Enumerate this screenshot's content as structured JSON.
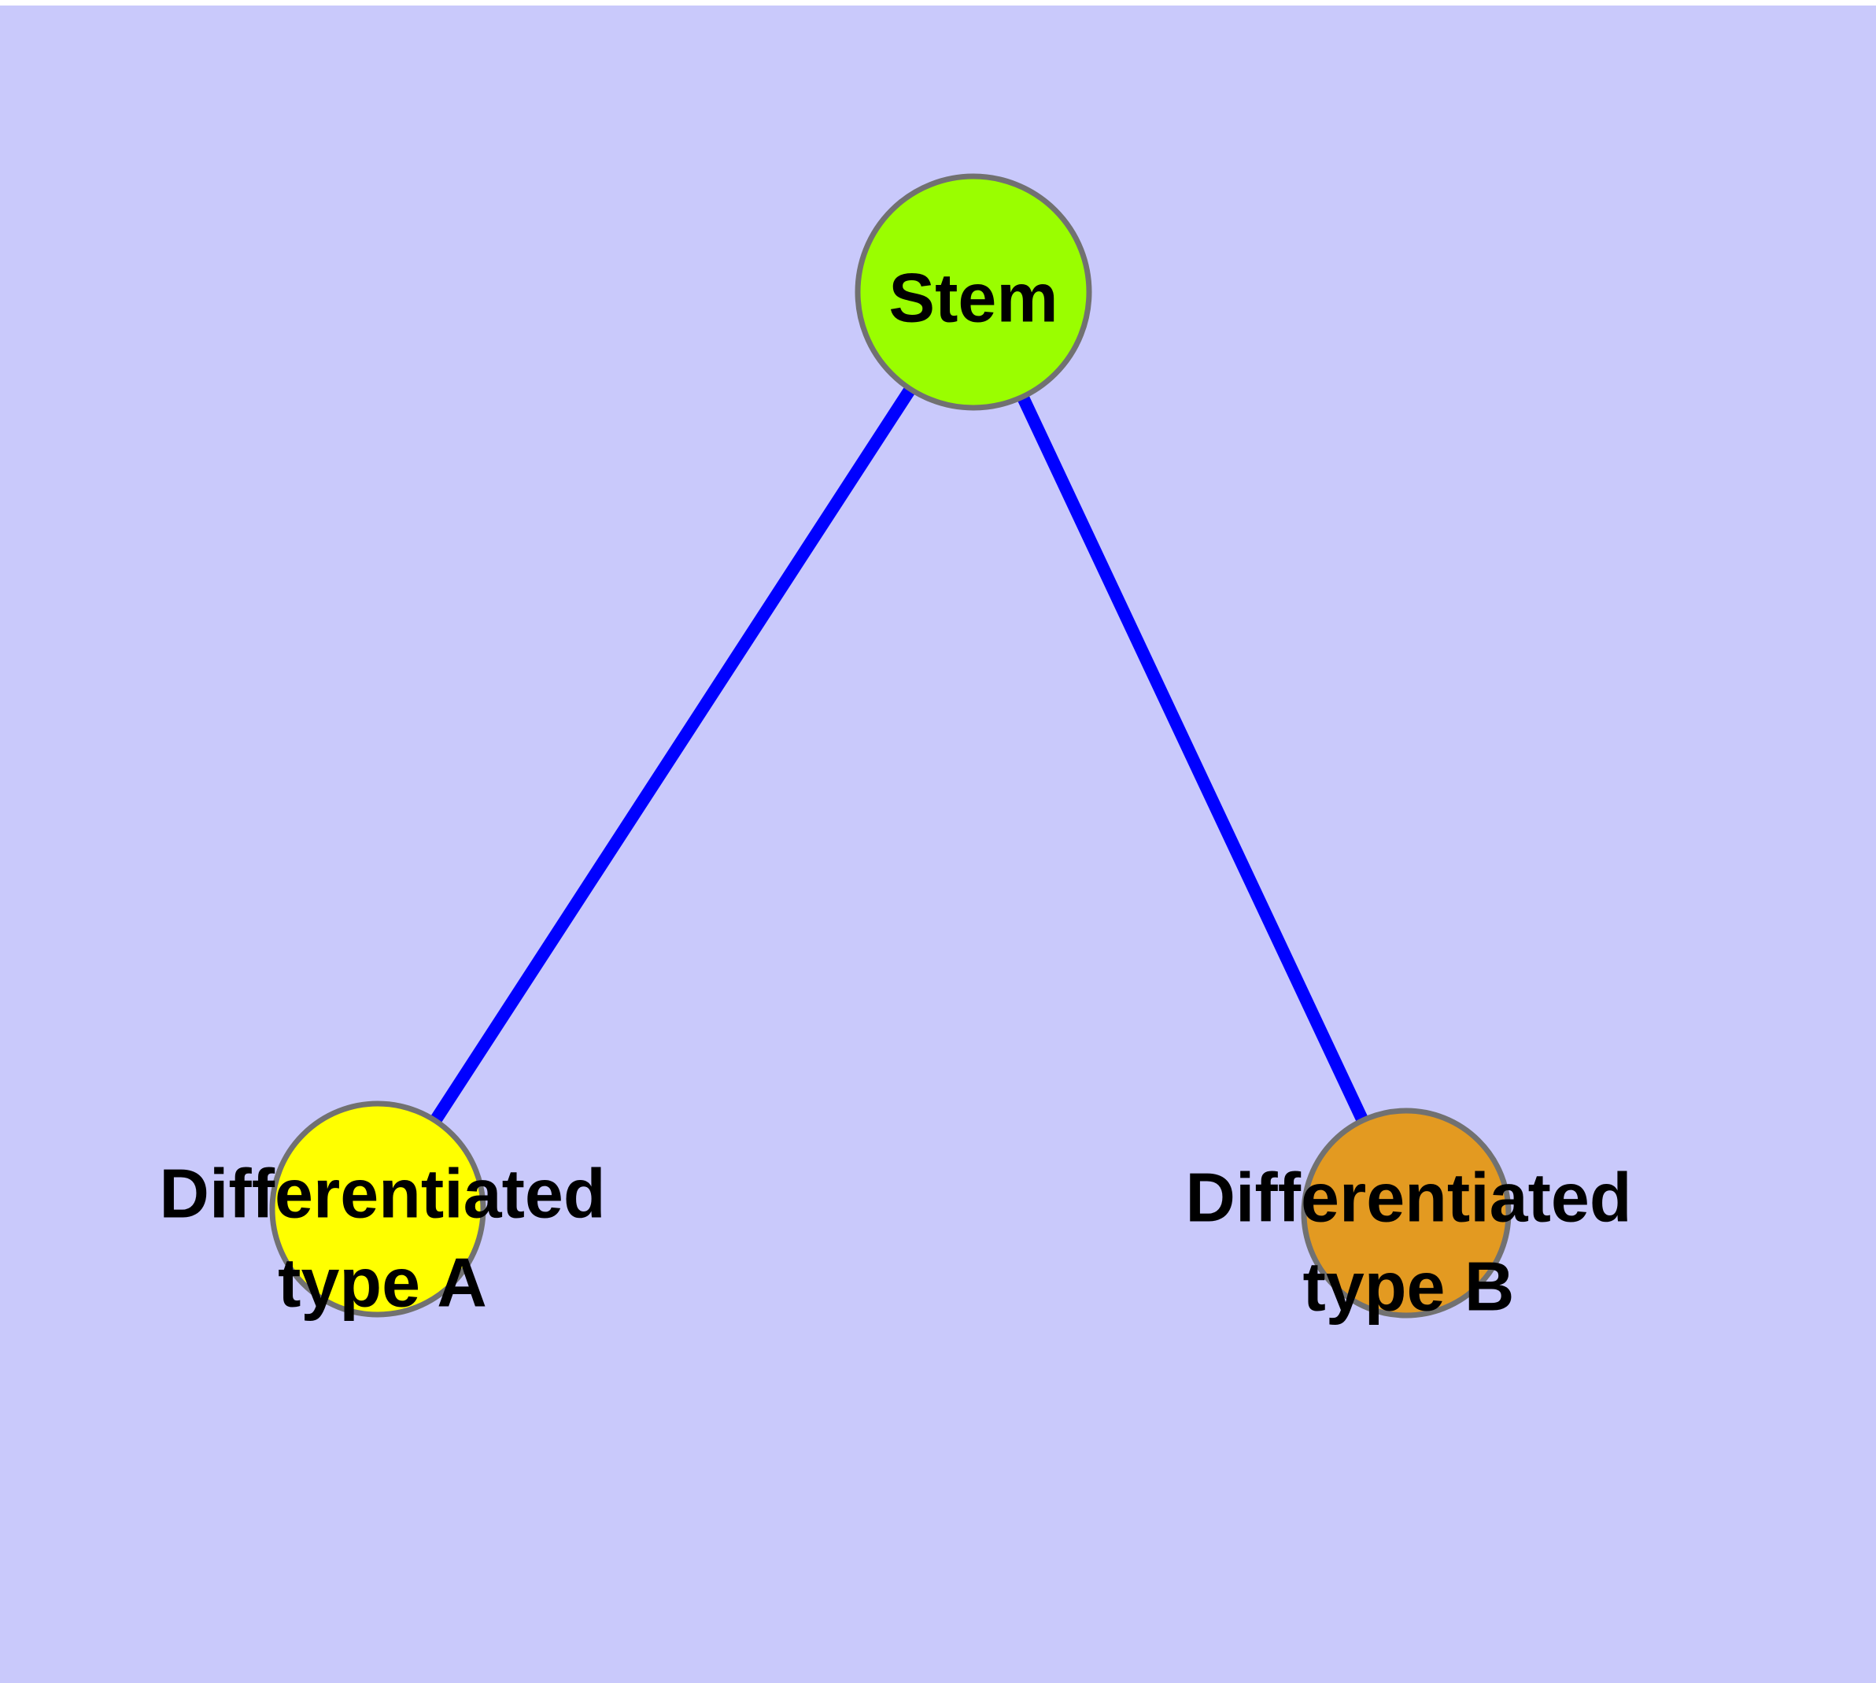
{
  "diagram": {
    "type": "graph",
    "description": "Cell differentiation tree: a stem node connected to two differentiated type nodes",
    "colors": {
      "page_margin": "#FFFFFF",
      "plot_background": "#C9C9FB",
      "edge": "#0000FF",
      "node_border": "#717171",
      "label": "#000000"
    },
    "nodes": {
      "stem": {
        "label": "Stem",
        "fill": "#9AFE00"
      },
      "type_a": {
        "label_line1": "Differentiated",
        "label_line2": "type A",
        "fill": "#FFFF00"
      },
      "type_b": {
        "label_line1": "Differentiated",
        "label_line2": "type B",
        "fill": "#E39A21"
      }
    },
    "edges": [
      {
        "from": "Stem",
        "to": "Differentiated type A"
      },
      {
        "from": "Stem",
        "to": "Differentiated type B"
      }
    ]
  }
}
